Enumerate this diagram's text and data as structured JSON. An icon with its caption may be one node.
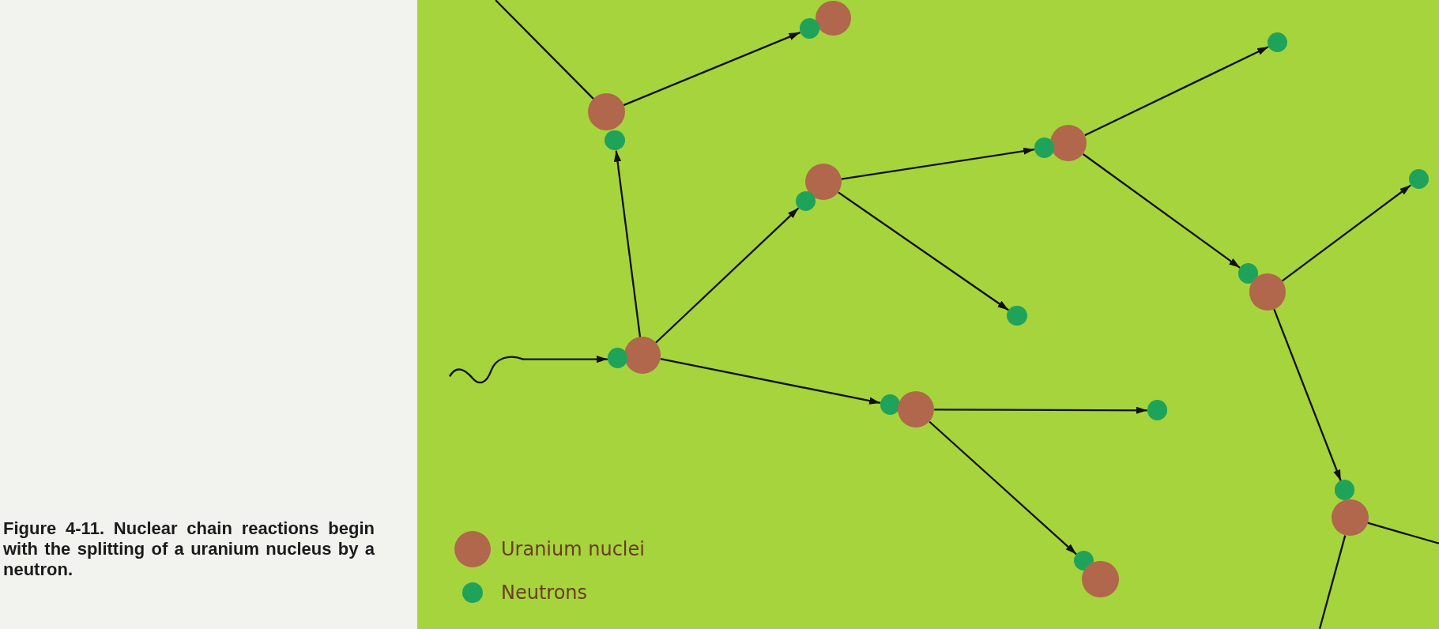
{
  "diagram": {
    "caption": "Figure 4-11. Nuclear chain reactions begin with the splitting of a uranium nucleus by a neutron.",
    "nodes": [
      {
        "text": [],
        "shape": "circle"
      },
      {
        "text": [],
        "shape": "circle"
      },
      {
        "text": [],
        "shape": "circle"
      },
      {
        "text": [],
        "shape": "circle"
      },
      {
        "text": [],
        "shape": "circle"
      },
      {
        "text": [],
        "shape": "circle"
      },
      {
        "text": [],
        "shape": "circle"
      },
      {
        "text": [],
        "shape": "circle"
      },
      {
        "text": [],
        "shape": "circle"
      },
      {
        "text": [],
        "shape": "circle"
      },
      {
        "text": [],
        "shape": "circle"
      },
      {
        "text": [],
        "shape": "circle"
      },
      {
        "text": [],
        "shape": "circle"
      },
      {
        "text": [],
        "shape": "circle"
      },
      {
        "text": [],
        "shape": "circle"
      },
      {
        "text": [],
        "shape": "circle"
      },
      {
        "text": [],
        "shape": "circle"
      },
      {
        "text": [],
        "shape": "circle"
      },
      {
        "text": [],
        "shape": "circle"
      },
      {
        "text": [],
        "shape": "circle"
      },
      {
        "text": [],
        "shape": "circle"
      },
      {
        "text": [],
        "shape": "circle"
      }
    ],
    "edges": [
      {
        "from": null,
        "to": 14,
        "arrow": "to"
      },
      {
        "from": null,
        "to": 3,
        "arrow": "none"
      },
      {
        "from": 3,
        "to": 1,
        "arrow": "to"
      },
      {
        "from": 13,
        "to": 4,
        "arrow": "to"
      },
      {
        "from": 13,
        "to": 9,
        "arrow": "to"
      },
      {
        "from": 13,
        "to": 15,
        "arrow": "to"
      },
      {
        "from": 8,
        "to": 6,
        "arrow": "to"
      },
      {
        "from": 8,
        "to": 12,
        "arrow": "to"
      },
      {
        "from": 5,
        "to": 2,
        "arrow": "to"
      },
      {
        "from": 5,
        "to": 10,
        "arrow": "to"
      },
      {
        "from": 16,
        "to": 17,
        "arrow": "to"
      },
      {
        "from": 16,
        "to": 20,
        "arrow": "to"
      },
      {
        "from": 11,
        "to": 7,
        "arrow": "to"
      },
      {
        "from": 11,
        "to": 18,
        "arrow": "to"
      },
      {
        "from": 19,
        "to": null,
        "arrow": "none"
      },
      {
        "from": 19,
        "to": null,
        "arrow": "none"
      }
    ],
    "legend": [
      {
        "text": "Uranium nuclei",
        "color": "#b0674b"
      },
      {
        "text": "Neutrons",
        "color": "#1fa35b"
      }
    ]
  }
}
